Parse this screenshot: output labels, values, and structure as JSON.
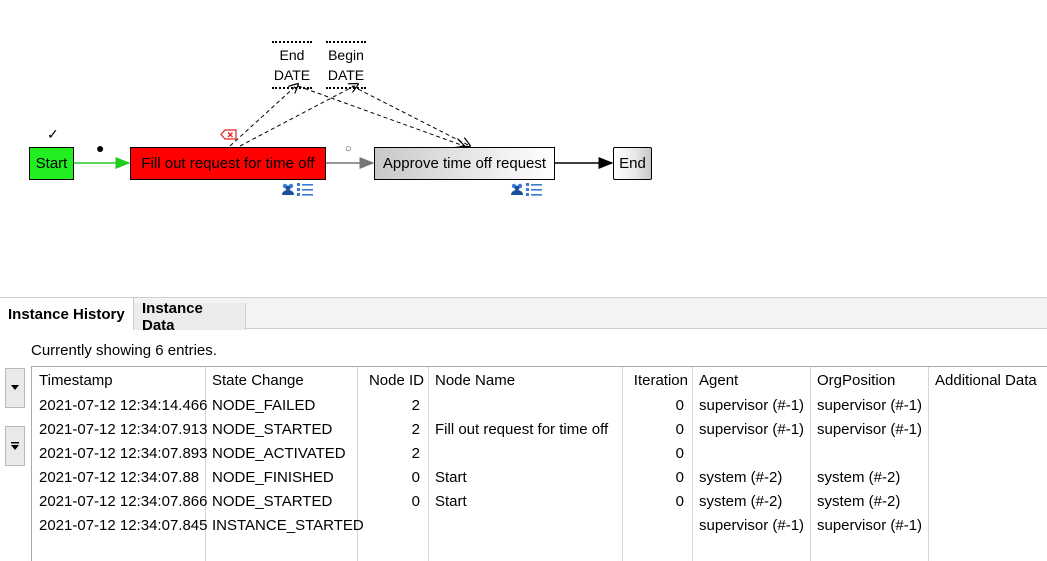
{
  "diagram": {
    "nodes": {
      "start": "Start",
      "fill": "Fill out request for time off",
      "approve": "Approve time off request",
      "end": "End"
    },
    "data_nodes": {
      "end_date": [
        "End",
        "DATE"
      ],
      "begin_date": [
        "Begin",
        "DATE"
      ]
    },
    "markers": {
      "check": "✓",
      "token": "●",
      "pending": "○"
    },
    "colors": {
      "start": "#22ee22",
      "failed": "#ff0000",
      "flow_active": "#22cc22"
    }
  },
  "tabs": [
    {
      "label": "Instance History",
      "active": true
    },
    {
      "label": "Instance Data",
      "active": false
    }
  ],
  "entries_label": "Currently showing 6 entries.",
  "table": {
    "columns": [
      "Timestamp",
      "State Change",
      "Node ID",
      "Node Name",
      "Iteration",
      "Agent",
      "OrgPosition",
      "Additional Data"
    ],
    "rows": [
      [
        "2021-07-12 12:34:14.466",
        "NODE_FAILED",
        "2",
        "",
        "0",
        "supervisor (#-1)",
        "supervisor (#-1)",
        ""
      ],
      [
        "2021-07-12 12:34:07.913",
        "NODE_STARTED",
        "2",
        "Fill out request for time off",
        "0",
        "supervisor (#-1)",
        "supervisor (#-1)",
        ""
      ],
      [
        "2021-07-12 12:34:07.893",
        "NODE_ACTIVATED",
        "2",
        "",
        "0",
        "",
        "",
        ""
      ],
      [
        "2021-07-12 12:34:07.88",
        "NODE_FINISHED",
        "0",
        "Start",
        "0",
        "system (#-2)",
        "system (#-2)",
        ""
      ],
      [
        "2021-07-12 12:34:07.866",
        "NODE_STARTED",
        "0",
        "Start",
        "0",
        "system (#-2)",
        "system (#-2)",
        ""
      ],
      [
        "2021-07-12 12:34:07.845",
        "INSTANCE_STARTED",
        "",
        "",
        "",
        "supervisor (#-1)",
        "supervisor (#-1)",
        ""
      ]
    ]
  }
}
